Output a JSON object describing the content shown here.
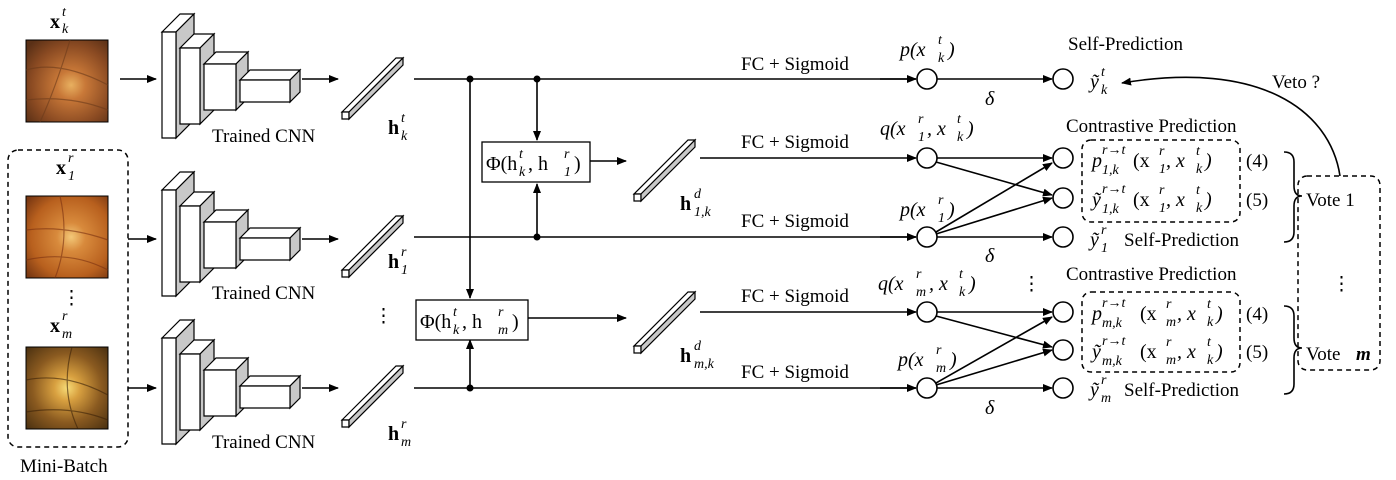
{
  "inputs": {
    "target": {
      "sym": "x",
      "sub": "k",
      "sup": "t"
    },
    "ref1": {
      "sym": "x",
      "sub": "1",
      "sup": "r"
    },
    "refm": {
      "sym": "x",
      "sub": "m",
      "sup": "r"
    },
    "minibatch_label": "Mini-Batch",
    "vdots": "⋮"
  },
  "cnn": {
    "label": "Trained CNN"
  },
  "features": {
    "hk": {
      "sym": "h",
      "sub": "k",
      "sup": "t"
    },
    "h1": {
      "sym": "h",
      "sub": "1",
      "sup": "r"
    },
    "hm": {
      "sym": "h",
      "sub": "m",
      "sup": "r"
    },
    "h1k": {
      "sym": "h",
      "sub": "1,k",
      "sup": "d"
    },
    "hmk": {
      "sym": "h",
      "sub": "m,k",
      "sup": "d"
    },
    "vdots": "⋮"
  },
  "phi": {
    "phi1": "Φ(h",
    "phi1_a_sub": "k",
    "phi1_a_sup": "t",
    "phi1_b_sub": "1",
    "phi1_b_sup": "r",
    "phim_a_sub": "k",
    "phim_a_sup": "t",
    "phim_b_sub": "m",
    "phim_b_sup": "r",
    "comma_h": ", h",
    "close": ")"
  },
  "fc": {
    "label": "FC + Sigmoid"
  },
  "probs": {
    "p_k": "p(x",
    "p_k_sub": "k",
    "p_k_sup": "t",
    "q1": "q(x",
    "q1_sub": "1",
    "q1_sup": "r",
    "q1_b": ", x",
    "q1_b_sub": "k",
    "q1_b_sup": "t",
    "p1": "p(x",
    "p1_sub": "1",
    "p1_sup": "r",
    "qm": "q(x",
    "qm_sub": "m",
    "qm_sup": "r",
    "qm_b": ", x",
    "qm_b_sub": "k",
    "qm_b_sup": "t",
    "pm": "p(x",
    "pm_sub": "m",
    "pm_sup": "r",
    "close": ")"
  },
  "delta": "δ",
  "outputs": {
    "self_prediction": "Self-Prediction",
    "contrastive_prediction": "Contrastive Prediction",
    "yk": "ỹ",
    "yk_sub": "k",
    "yk_sup": "t",
    "y1": "ỹ",
    "y1_sub": "1",
    "y1_sup": "r",
    "ym": "ỹ",
    "ym_sub": "m",
    "ym_sup": "r",
    "p1k_line": "(x",
    "y1k_line": "(x",
    "arrow_sup": "r→t",
    "p_sym": "p",
    "y_sym": "ỹ",
    "sub_1k": "1,k",
    "sub_mk": "m,k",
    "eq4": "(4)",
    "eq5": "(5)",
    "veto": "Veto ?",
    "vote1": "Vote 1",
    "votem_prefix": "Vote ",
    "votem_m": "m",
    "vdots": "⋮"
  }
}
